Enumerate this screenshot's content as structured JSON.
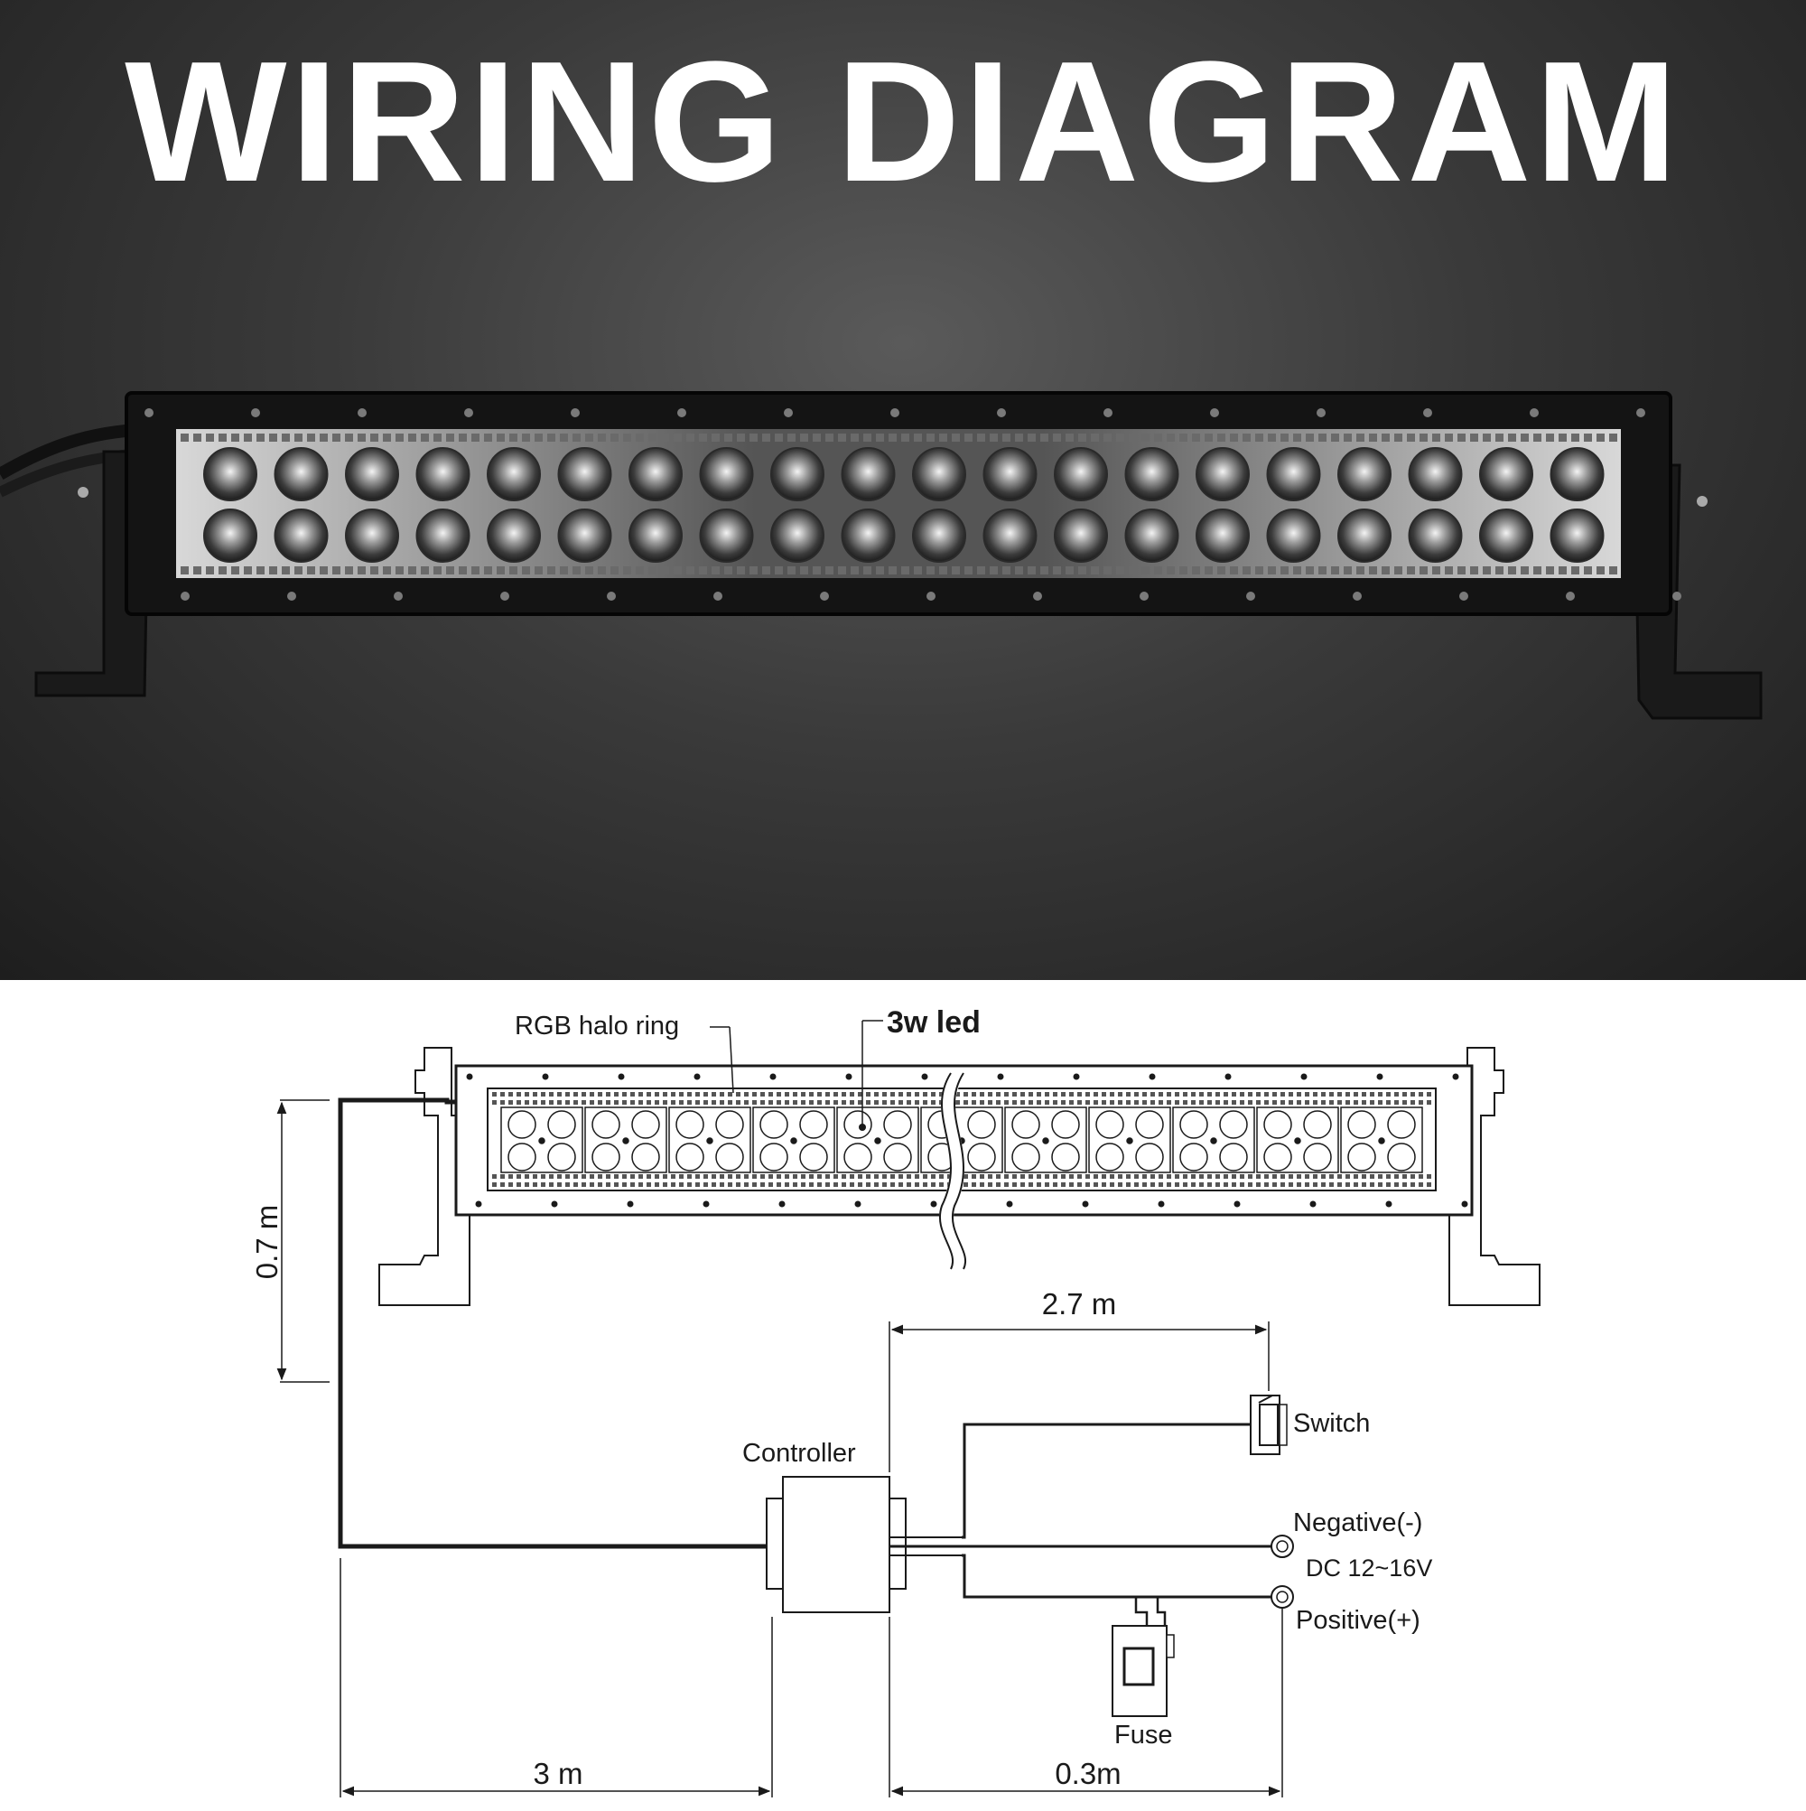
{
  "title": "WIRING DIAGRAM",
  "colors": {
    "background_dark": "#333333",
    "title_text": "#ffffff",
    "diagram_line": "#1a1a1a",
    "diagram_background": "#ffffff"
  },
  "diagram": {
    "labels": {
      "rgb_halo_ring": "RGB halo ring",
      "led": "3w led",
      "controller": "Controller",
      "switch": "Switch",
      "negative": "Negative(-)",
      "dc_voltage": "DC 12~16V",
      "positive": "Positive(+)",
      "fuse": "Fuse"
    },
    "dimensions": {
      "vertical": "0.7 m",
      "switch_run": "2.7 m",
      "main_run": "3 m",
      "battery_run": "0.3m"
    }
  }
}
